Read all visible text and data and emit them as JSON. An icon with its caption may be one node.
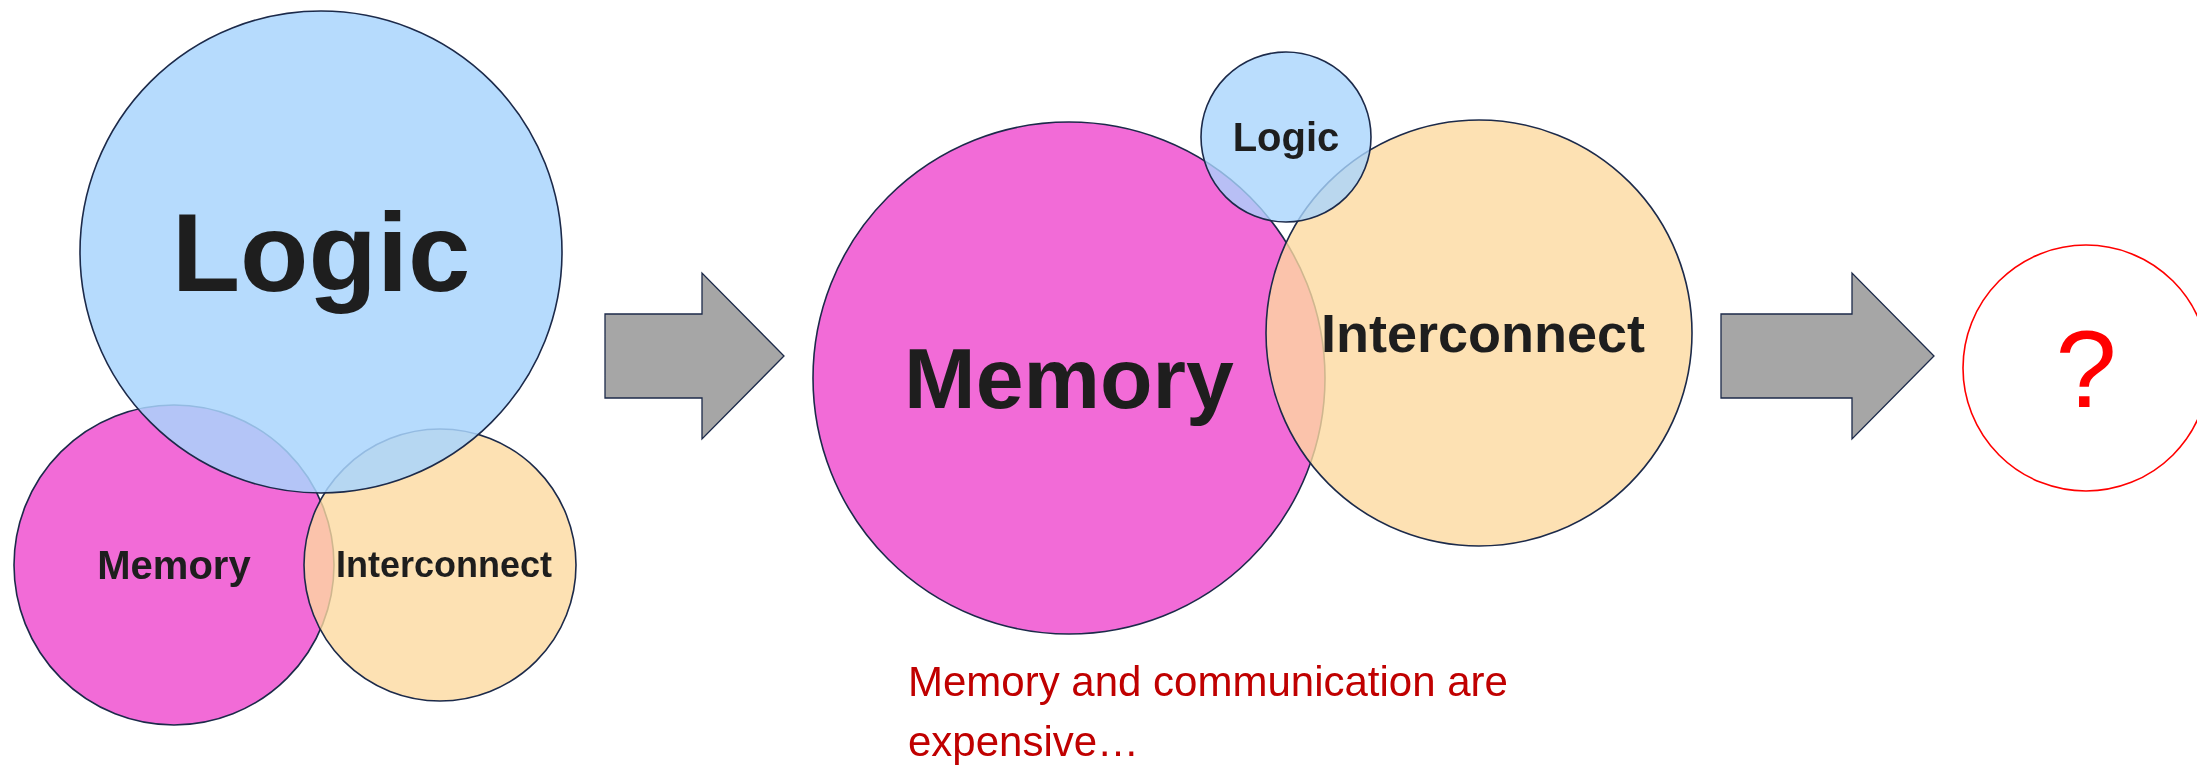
{
  "diagram": {
    "nodes": [
      {
        "text": [
          "Logic"
        ]
      },
      {
        "text": [
          "Memory"
        ]
      },
      {
        "text": [
          "Interconnect"
        ]
      },
      {
        "text": [
          "Memory"
        ]
      },
      {
        "text": [
          "Logic"
        ]
      },
      {
        "text": [
          "Interconnect"
        ]
      },
      {
        "text": [
          "?"
        ]
      }
    ],
    "edges": [
      {
        "from": 2,
        "to": 3,
        "arrow": "to"
      },
      {
        "from": 5,
        "to": 6,
        "arrow": "to"
      }
    ],
    "labels": [
      "Memory and communication are expensive…"
    ]
  }
}
